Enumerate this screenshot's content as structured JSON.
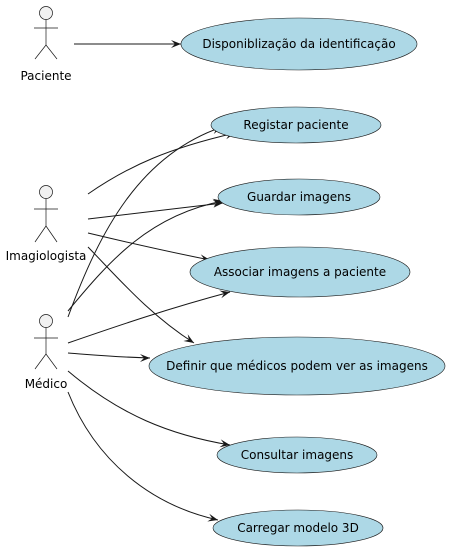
{
  "actors": [
    {
      "id": "paciente",
      "label": "Paciente"
    },
    {
      "id": "imagiologista",
      "label": "Imagiologista"
    },
    {
      "id": "medico",
      "label": "Médico"
    }
  ],
  "use_cases": [
    {
      "id": "disponibilizacao",
      "label": "Disponiblização da identificação"
    },
    {
      "id": "registar",
      "label": "Registar paciente"
    },
    {
      "id": "guardar",
      "label": "Guardar imagens"
    },
    {
      "id": "associar",
      "label": "Associar imagens a paciente"
    },
    {
      "id": "definir",
      "label": "Definir que médicos podem ver as imagens"
    },
    {
      "id": "consultar",
      "label": "Consultar imagens"
    },
    {
      "id": "carregar",
      "label": "Carregar modelo 3D"
    }
  ],
  "associations": [
    {
      "from": "paciente",
      "to": "disponibilizacao"
    },
    {
      "from": "imagiologista",
      "to": "registar"
    },
    {
      "from": "imagiologista",
      "to": "guardar"
    },
    {
      "from": "imagiologista",
      "to": "associar"
    },
    {
      "from": "imagiologista",
      "to": "definir"
    },
    {
      "from": "medico",
      "to": "registar"
    },
    {
      "from": "medico",
      "to": "guardar"
    },
    {
      "from": "medico",
      "to": "associar"
    },
    {
      "from": "medico",
      "to": "definir"
    },
    {
      "from": "medico",
      "to": "consultar"
    },
    {
      "from": "medico",
      "to": "carregar"
    }
  ],
  "colors": {
    "use_case_fill": "#add8e6",
    "actor_fill": "#f1f1f1",
    "stroke": "#181818"
  }
}
